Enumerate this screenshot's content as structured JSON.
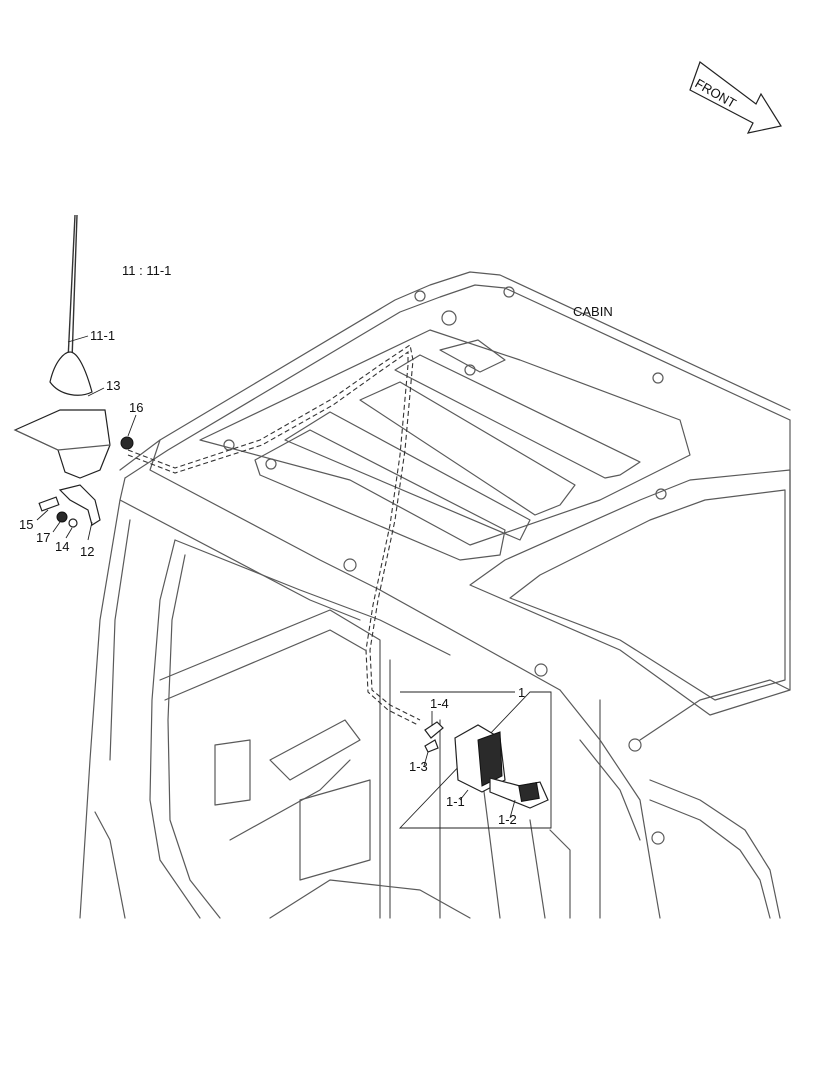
{
  "orientation": {
    "front_label": "FRONT"
  },
  "notes": {
    "variant": "11 : 11-1"
  },
  "labels": {
    "cabin": "CABIN",
    "antenna": "11-1",
    "bracket": "13",
    "grommet": "16",
    "bolt": "15",
    "lock_washer": "17",
    "washer": "14",
    "clamp": "12",
    "radio_assembly": "1",
    "radio_part_4": "1-4",
    "radio_part_3": "1-3",
    "radio_part_1": "1-1",
    "radio_part_2": "1-2"
  }
}
